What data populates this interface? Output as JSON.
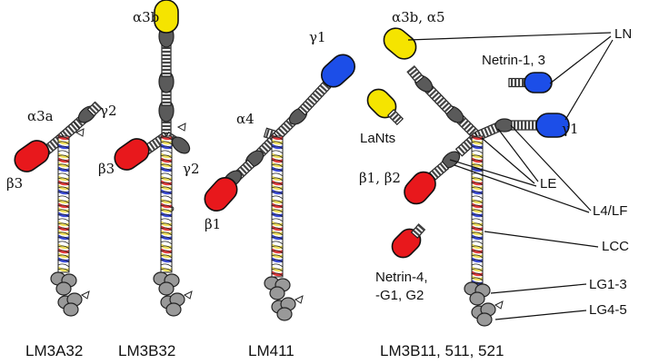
{
  "colors": {
    "alpha": "#f5e400",
    "beta": "#e8181c",
    "gamma": "#1c4ee8",
    "rod": "#555555",
    "knob": "#555555",
    "lg": "#999999",
    "coil_red": "#e23a3a",
    "coil_yellow": "#f0e05a",
    "coil_blue": "#3a4ad8"
  },
  "molecules": [
    {
      "name": "LM3A32",
      "chains": [
        "α3a",
        "γ2",
        "β3"
      ]
    },
    {
      "name": "LM3B32",
      "chains": [
        "α3b",
        "β3",
        "γ2"
      ]
    },
    {
      "name": "LM411",
      "chains": [
        "α4",
        "γ1",
        "β1"
      ]
    },
    {
      "name": "LM3B11, 511, 521",
      "chains": [
        "α3b, α5",
        "γ1",
        "β1, β2"
      ]
    }
  ],
  "free_fragments": [
    {
      "label": "Netrin-1, 3"
    },
    {
      "label": "LaNts"
    },
    {
      "label": "Netrin-4, -G1, G2"
    }
  ],
  "domain_labels": [
    "LN",
    "LE",
    "L4/LF",
    "LCC",
    "LG1-3",
    "LG4-5"
  ],
  "text": {
    "lm3a32_a": "α3a",
    "lm3a32_g": "γ2",
    "lm3a32_b": "β3",
    "lm3b32_a": "α3b",
    "lm3b32_b": "β3",
    "lm3b32_g": "γ2",
    "lm411_a": "α4",
    "lm411_g": "γ1",
    "lm411_b": "β1",
    "lm5_a": "α3b, α5",
    "lm5_g": "γ1",
    "lm5_b": "β1, β2",
    "netrin13": "Netrin-1, 3",
    "lants": "LaNts",
    "netrin4_line1": "Netrin-4,",
    "netrin4_line2": "-G1, G2",
    "ln": "LN",
    "le": "LE",
    "l4lf": "L4/LF",
    "lcc": "LCC",
    "lg13": "LG1-3",
    "lg45": "LG4-5",
    "name_lm3a32": "LM3A32",
    "name_lm3b32": "LM3B32",
    "name_lm411": "LM411",
    "name_lm5": "LM3B11, 511, 521"
  }
}
